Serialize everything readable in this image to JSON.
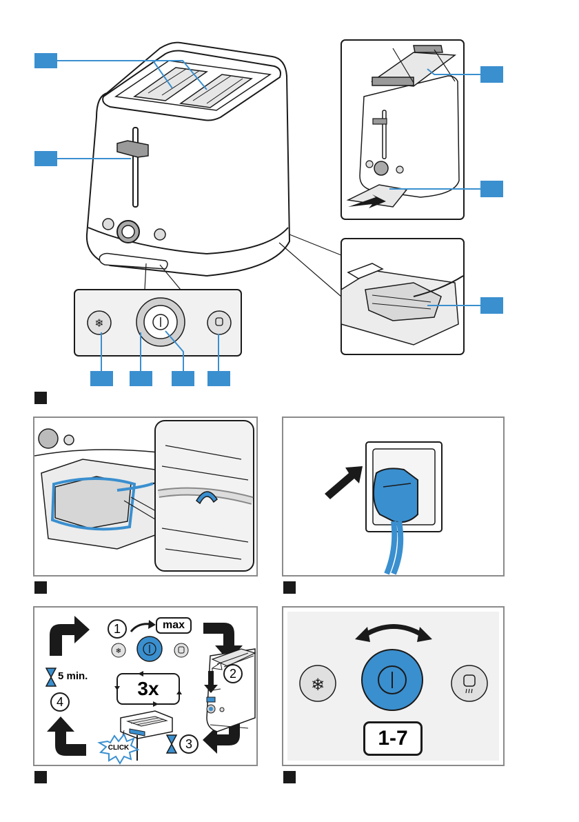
{
  "figure4": {
    "step1_number": "1",
    "max_label": "max",
    "step2_number": "2",
    "step3_number": "3",
    "step4_number": "4",
    "duration": "5 min.",
    "repeat_count": "3x",
    "click_label": "CLICK"
  },
  "figure5": {
    "browning_range": "1-7"
  },
  "colors": {
    "accent_blue": "#3a8fcf",
    "outline": "#1a1a1a",
    "panel_border": "#8a8a8a",
    "panel_bg": "#f1f1f1"
  }
}
